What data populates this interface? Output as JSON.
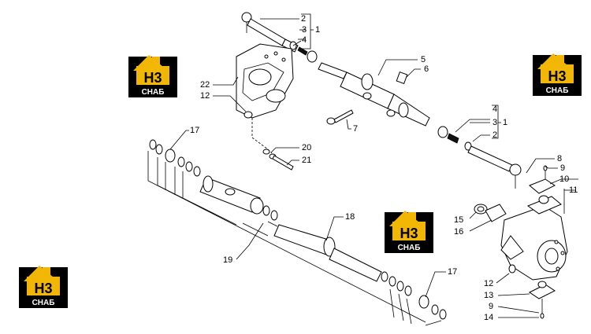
{
  "watermark": {
    "big": "H3",
    "small": "СНАБ",
    "accent": "#f2b705"
  },
  "callouts": {
    "c1": "1",
    "c1b": "1",
    "c2": "2",
    "c2b": "2",
    "c3": "3",
    "c3b": "3",
    "c4": "4",
    "c4b": "4",
    "c5": "5",
    "c6": "6",
    "c7": "7",
    "c8": "8",
    "c9": "9",
    "c9b": "9",
    "c10": "10",
    "c11": "11",
    "c12": "12",
    "c12b": "12",
    "c13": "13",
    "c14": "14",
    "c15": "15",
    "c16": "16",
    "c17": "17",
    "c17b": "17",
    "c18": "18",
    "c19": "19",
    "c20": "20",
    "c21": "21",
    "c22": "22"
  }
}
